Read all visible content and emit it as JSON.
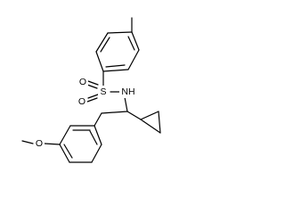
{
  "molecule": {
    "atoms": {
      "sulfur": "S",
      "oxygen_top": "O",
      "oxygen_bottom": "O",
      "nitrogen": "NH",
      "methoxy_oxygen": "O"
    }
  }
}
